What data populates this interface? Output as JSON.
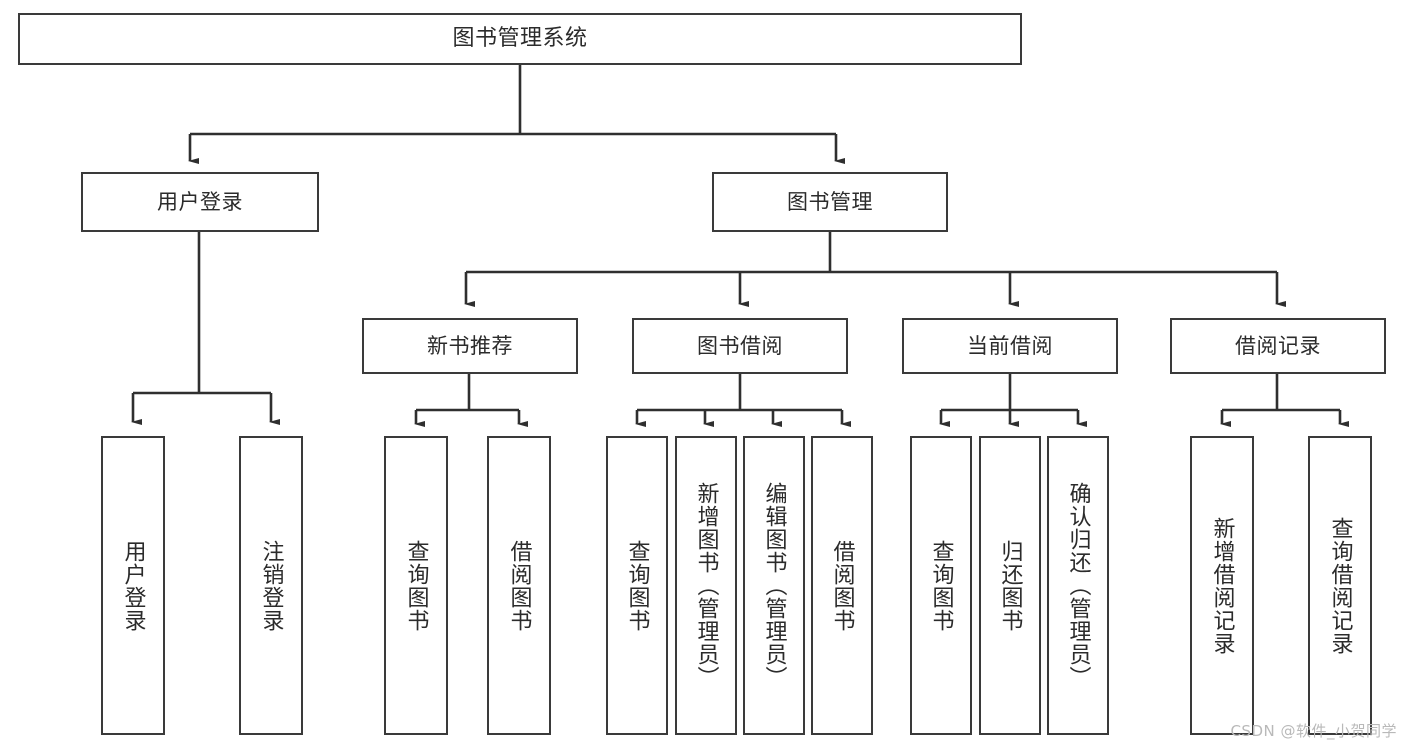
{
  "diagram": {
    "title": "图书管理系统",
    "type": "tree-hierarchy-diagram",
    "colors": {
      "box_border": "#3a3a3a",
      "box_fill": "#ffffff",
      "edge": "#2f2f2f",
      "text": "#2b2b2b",
      "watermark": "#b9b9b9"
    },
    "root": {
      "id": "root",
      "label": "图书管理系统"
    },
    "level1": [
      {
        "id": "user-login",
        "label": "用户登录"
      },
      {
        "id": "book-management",
        "label": "图书管理"
      }
    ],
    "level2": [
      {
        "id": "new-book-recommend",
        "label": "新书推荐",
        "parent": "book-management"
      },
      {
        "id": "book-borrow",
        "label": "图书借阅",
        "parent": "book-management"
      },
      {
        "id": "current-borrow",
        "label": "当前借阅",
        "parent": "book-management"
      },
      {
        "id": "borrow-record",
        "label": "借阅记录",
        "parent": "book-management"
      }
    ],
    "leaves": [
      {
        "id": "leaf-user-login",
        "label": "用户登录",
        "parent": "user-login"
      },
      {
        "id": "leaf-user-logout",
        "label": "注销登录",
        "parent": "user-login"
      },
      {
        "id": "leaf-query-book-1",
        "label": "查询图书",
        "parent": "new-book-recommend"
      },
      {
        "id": "leaf-borrow-book-1",
        "label": "借阅图书",
        "parent": "new-book-recommend"
      },
      {
        "id": "leaf-query-book-2",
        "label": "查询图书",
        "parent": "book-borrow"
      },
      {
        "id": "leaf-add-book",
        "label": "新增图书（管理员）",
        "parent": "book-borrow"
      },
      {
        "id": "leaf-edit-book",
        "label": "编辑图书（管理员）",
        "parent": "book-borrow"
      },
      {
        "id": "leaf-borrow-book-2",
        "label": "借阅图书",
        "parent": "book-borrow"
      },
      {
        "id": "leaf-query-book-3",
        "label": "查询图书",
        "parent": "current-borrow"
      },
      {
        "id": "leaf-return-book",
        "label": "归还图书",
        "parent": "current-borrow"
      },
      {
        "id": "leaf-confirm-return",
        "label": "确认归还（管理员）",
        "parent": "current-borrow"
      },
      {
        "id": "leaf-add-record",
        "label": "新增借阅记录",
        "parent": "borrow-record"
      },
      {
        "id": "leaf-query-record",
        "label": "查询借阅记录",
        "parent": "borrow-record"
      }
    ]
  },
  "watermark": {
    "text": "CSDN @软件_小贺同学"
  }
}
